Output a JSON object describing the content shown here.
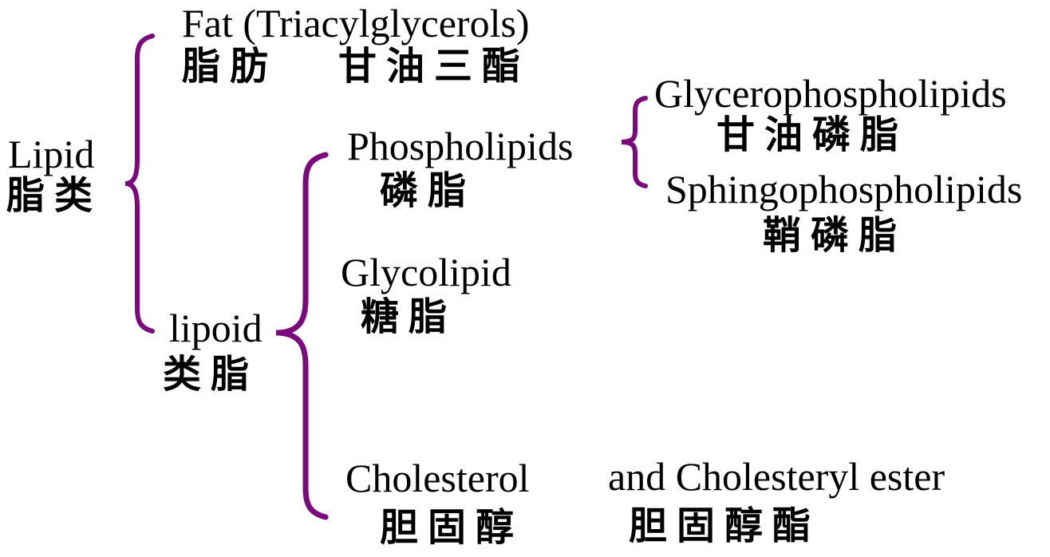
{
  "diagram": {
    "background_color": "#FFFFFF",
    "text_color": "#000000",
    "brace_color": "#7B0A7D",
    "root": {
      "en": "Lipid",
      "zh": "脂类"
    },
    "nodes": {
      "fat": {
        "en": "Fat (Triacylglycerols)",
        "zh_1": "脂肪",
        "zh_2": "甘油三酯"
      },
      "lipoid": {
        "en": "lipoid",
        "zh": "类脂"
      },
      "phospholipids": {
        "en": "Phospholipids",
        "zh": "磷脂"
      },
      "glycerophospholipids": {
        "en": "Glycerophospholipids",
        "zh": "甘油磷脂"
      },
      "sphingophospholipids": {
        "en": "Sphingophospholipids",
        "zh": "鞘磷脂"
      },
      "glycolipid": {
        "en": "Glycolipid",
        "zh": "糖脂"
      },
      "cholesterol": {
        "en": "Cholesterol",
        "zh": "胆固醇"
      },
      "cholesteryl_ester": {
        "en": "and Cholesteryl ester",
        "zh": "胆固醇酯"
      }
    },
    "hierarchy_note": "Lipid -> [Fat, lipoid]; lipoid -> [Phospholipids, Glycolipid, Cholesterol and Cholesteryl ester]; Phospholipids -> [Glycerophospholipids, Sphingophospholipids]"
  }
}
